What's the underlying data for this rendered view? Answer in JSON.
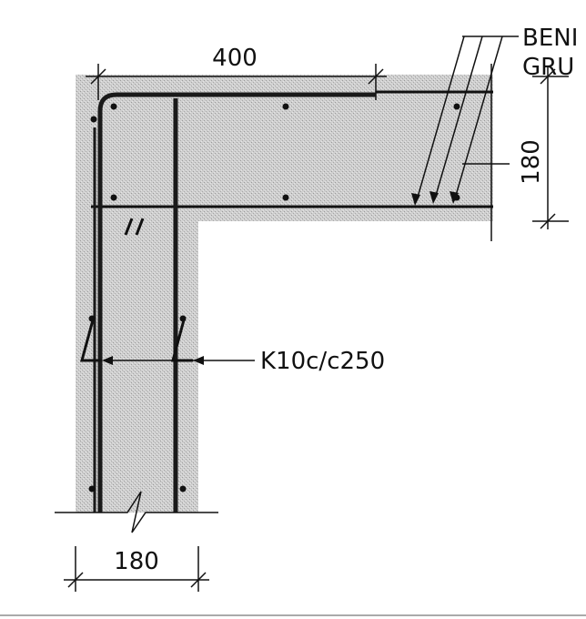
{
  "drawing": {
    "dimensions": {
      "top_width": "400",
      "slab_thickness": "180",
      "wall_thickness": "180"
    },
    "labels": {
      "bent_label": "BENI",
      "group_label": "GRU",
      "stirrup_label": "K10c/c250"
    },
    "colors": {
      "concrete": "#c9c9c9",
      "rebar": "#1a1a1a",
      "line": "#111111"
    }
  }
}
